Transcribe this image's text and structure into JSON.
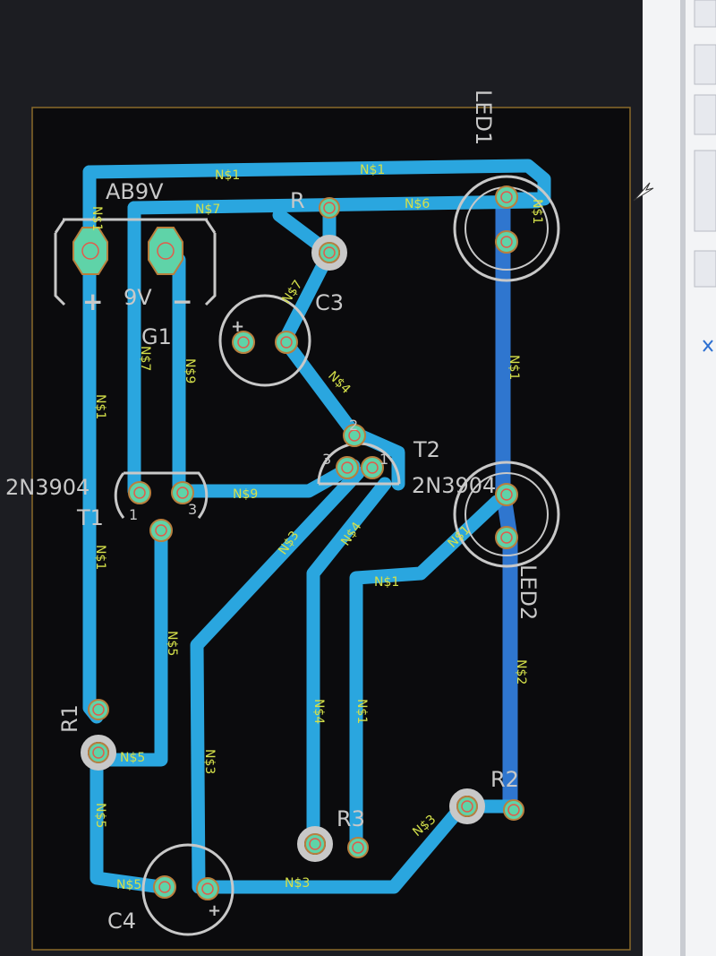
{
  "board": {
    "components": {
      "battery_name": "AB9V",
      "battery_value": "9V",
      "battery_ref": "G1",
      "battery_plus": "+",
      "battery_minus": "−",
      "t1_part": "2N3904",
      "t1_ref": "T1",
      "t2_part": "2N3904",
      "t2_ref": "T2",
      "c3_ref": "C3",
      "c4_ref": "C4",
      "r1_ref": "R1",
      "r2_ref": "R2",
      "r3_ref": "R3",
      "r4_ref": "R",
      "led1_ref": "LED1",
      "led2_ref": "LED2",
      "pin1": "1",
      "pin2": "2",
      "pin3": "3",
      "plus": "+"
    },
    "nets": {
      "n1": "N$1",
      "n2": "N$2",
      "n3": "N$3",
      "n4": "N$4",
      "n5": "N$5",
      "n6": "N$6",
      "n7": "N$7",
      "n9": "N$9"
    }
  },
  "colors": {
    "background": "#1c1d22",
    "board_fill": "#0b0b0d",
    "top_trace": "#2aa6df",
    "bottom_trace": "#2f76cf",
    "pad": "#5fd3a8",
    "net_label": "#d4e04a",
    "silkscreen": "#c8c8c8"
  },
  "icons": [
    "cursor-arrow-icon",
    "side-panel-button-icon",
    "wire-tool-icon"
  ]
}
